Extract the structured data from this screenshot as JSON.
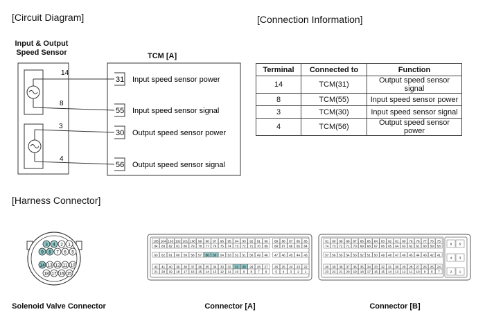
{
  "sections": {
    "circuit_diagram": "[Circuit Diagram]",
    "connection_information": "[Connection Information]",
    "harness_connector": "[Harness Connector]"
  },
  "sensor": {
    "title_line1": "Input & Output",
    "title_line2": "Speed Sensor",
    "input_pins": [
      "14",
      "8"
    ],
    "output_pins": [
      "3",
      "4"
    ]
  },
  "tcm": {
    "title": "TCM [A]",
    "rows": [
      {
        "pin": "31",
        "label": "Input speed sensor power"
      },
      {
        "pin": "55",
        "label": "Input speed sensor signal"
      },
      {
        "pin": "30",
        "label": "Output speed sensor power"
      },
      {
        "pin": "56",
        "label": "Output speed sensor signal"
      }
    ]
  },
  "connection_table": {
    "headers": [
      "Terminal",
      "Connected to",
      "Function"
    ],
    "rows": [
      [
        "14",
        "TCM(31)",
        "Output speed sensor signal"
      ],
      [
        "8",
        "TCM(55)",
        "Input speed sensor power"
      ],
      [
        "3",
        "TCM(30)",
        "Input speed sensor signal"
      ],
      [
        "4",
        "TCM(56)",
        "Output speed sensor power"
      ]
    ]
  },
  "harness": {
    "solenoid_caption": "Solenoid Valve Connector",
    "connector_a_caption": "Connector [A]",
    "connector_b_caption": "Connector [B]",
    "solenoid_pins": {
      "row1": [
        "3",
        "4",
        "2",
        "1"
      ],
      "row2": [
        "9",
        "8",
        "7",
        "6",
        "5"
      ],
      "row3": [
        "14",
        "13",
        "12",
        "11",
        "10"
      ],
      "row4": [
        "18",
        "17",
        "16",
        "15"
      ]
    },
    "connector_a": {
      "r1": [
        "105",
        "104",
        "103",
        "102",
        "101",
        "100",
        "99",
        "98",
        "97",
        "96",
        "95",
        "94",
        "93",
        "92",
        "91",
        "90",
        "89",
        "88",
        "87",
        "86",
        "85"
      ],
      "r2": [
        "84",
        "83",
        "82",
        "81",
        "80",
        "79",
        "78",
        "77",
        "76",
        "75",
        "74",
        "73",
        "72",
        "71",
        "70",
        "69",
        "68",
        "67",
        "66",
        "65",
        "64"
      ],
      "r3": [
        "63",
        "62",
        "61",
        "60",
        "59",
        "58",
        "57",
        "56",
        "55",
        "54",
        "53",
        "52",
        "51",
        "50",
        "49",
        "48",
        "47",
        "46",
        "45",
        "44",
        "43"
      ],
      "r4": [
        "42",
        "41",
        "40",
        "39",
        "38",
        "37",
        "36",
        "35",
        "34",
        "33",
        "32",
        "31",
        "30",
        "29",
        "28",
        "27",
        "26",
        "25",
        "24",
        "23",
        "22"
      ],
      "r5": [
        "21",
        "20",
        "19",
        "18",
        "17",
        "16",
        "15",
        "14",
        "13",
        "12",
        "11",
        "10",
        "9",
        "8",
        "7",
        "6",
        "5",
        "4",
        "3",
        "2",
        "1"
      ],
      "highlighted": [
        "56",
        "55",
        "31",
        "30"
      ]
    },
    "connector_b": {
      "r1": [
        "91",
        "90",
        "89",
        "88",
        "87",
        "86",
        "85",
        "84",
        "83",
        "82",
        "81",
        "80",
        "79",
        "78",
        "77",
        "76",
        "75"
      ],
      "r2": [
        "74",
        "73",
        "72",
        "71",
        "70",
        "69",
        "68",
        "67",
        "66",
        "65",
        "64",
        "63",
        "62",
        "61",
        "60",
        "59",
        "58"
      ],
      "r3": [
        "57",
        "56",
        "55",
        "54",
        "53",
        "52",
        "51",
        "50",
        "49",
        "48",
        "47",
        "46",
        "45",
        "44",
        "43",
        "42",
        "41"
      ],
      "r4": [
        "40",
        "39",
        "38",
        "37",
        "36",
        "35",
        "34",
        "33",
        "32",
        "31",
        "30",
        "29",
        "28",
        "27",
        "26",
        "25",
        "24"
      ],
      "r5": [
        "23",
        "22",
        "21",
        "20",
        "19",
        "18",
        "17",
        "16",
        "15",
        "14",
        "13",
        "12",
        "11",
        "10",
        "9",
        "8",
        "7"
      ],
      "side": [
        "6",
        "5",
        "4",
        "3",
        "2",
        "1"
      ]
    },
    "highlight_color": "#8fc6c6"
  }
}
